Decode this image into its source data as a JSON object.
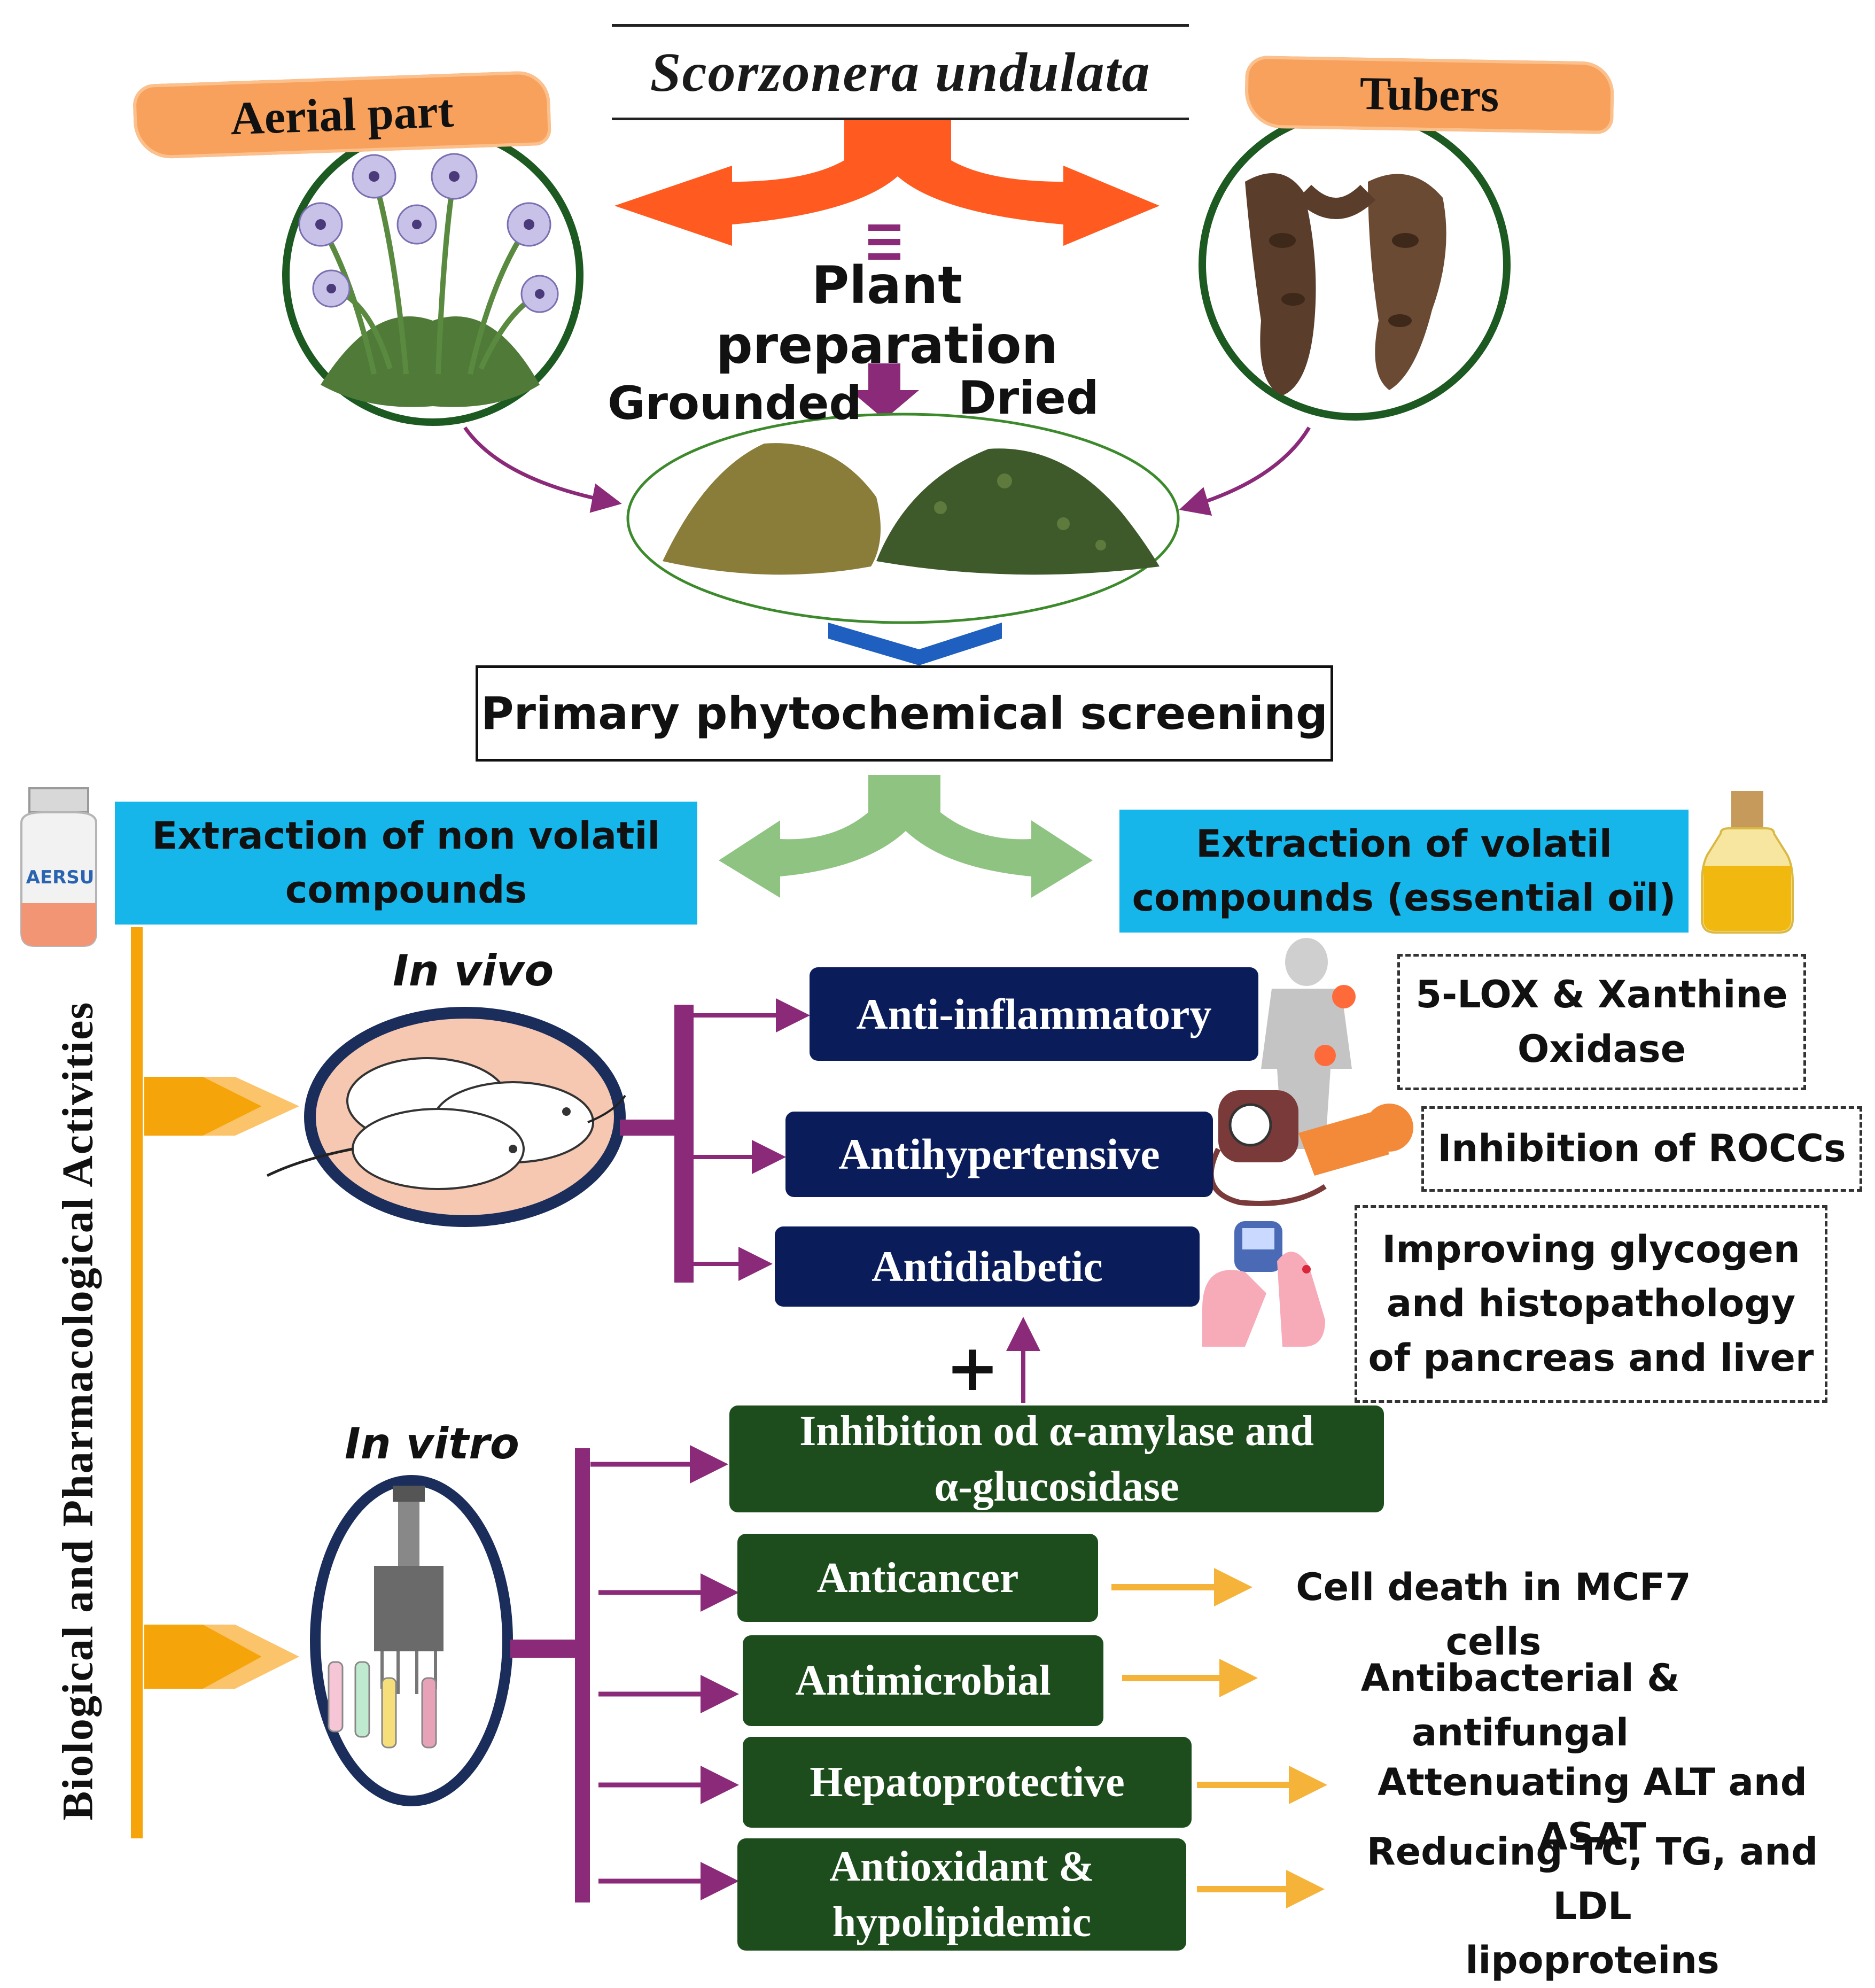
{
  "title": "Scorzonera  undulata",
  "aerial_label": "Aerial part",
  "tubers_label": "Tubers",
  "equiv_symbol": "≡",
  "plant_preparation": "Plant preparation",
  "grounded": "Grounded",
  "dried": "Dried",
  "screening": "Primary phytochemical screening",
  "bottle_label": "AERSU",
  "non_volatil_line1": "Extraction of non volatil",
  "non_volatil_line2": "compounds",
  "volatil_line1": "Extraction of volatil",
  "volatil_line2": "compounds (essential oïl)",
  "side_label": "Biological  and Pharmacological  Activities",
  "in_vivo": "In vivo",
  "in_vitro": "In vitro",
  "plus": "+",
  "vivo_activities": [
    {
      "label": "Anti-inflammatory",
      "result_line1": "5-LOX & Xanthine",
      "result_line2": "Oxidase"
    },
    {
      "label": "Antihypertensive",
      "result_line1": "Inhibition of ROCCs"
    },
    {
      "label": "Antidiabetic",
      "result_line1": "Improving glycogen",
      "result_line2": "and  histopathology",
      "result_line3": "of pancreas and liver"
    }
  ],
  "vitro_activities": [
    {
      "label_line1": "Inhibition  od α-amylase and",
      "label_line2": "α-glucosidase"
    },
    {
      "label": "Anticancer",
      "result": "Cell death in MCF7 cells"
    },
    {
      "label": "Antimicrobial",
      "result": "Antibacterial & antifungal"
    },
    {
      "label": "Hepatoprotective",
      "result": "Attenuating ALT and ASAT"
    },
    {
      "label_line1": "Antioxidant   &",
      "label_line2": "hypolipidemic",
      "result_line1": "Reducing TC, TG, and LDL",
      "result_line2": "lipoproteins"
    }
  ],
  "colors": {
    "orange_red": "#ff5a1f",
    "purple": "#8b2a78",
    "navy": "#0b1c5a",
    "dark_green": "#1d4d1c",
    "cyan": "#16b5ea",
    "gold": "#f5a40a",
    "light_green": "#8fc382",
    "circle_green": "#1c5a22",
    "blue_chevron": "#1f5fbf"
  }
}
